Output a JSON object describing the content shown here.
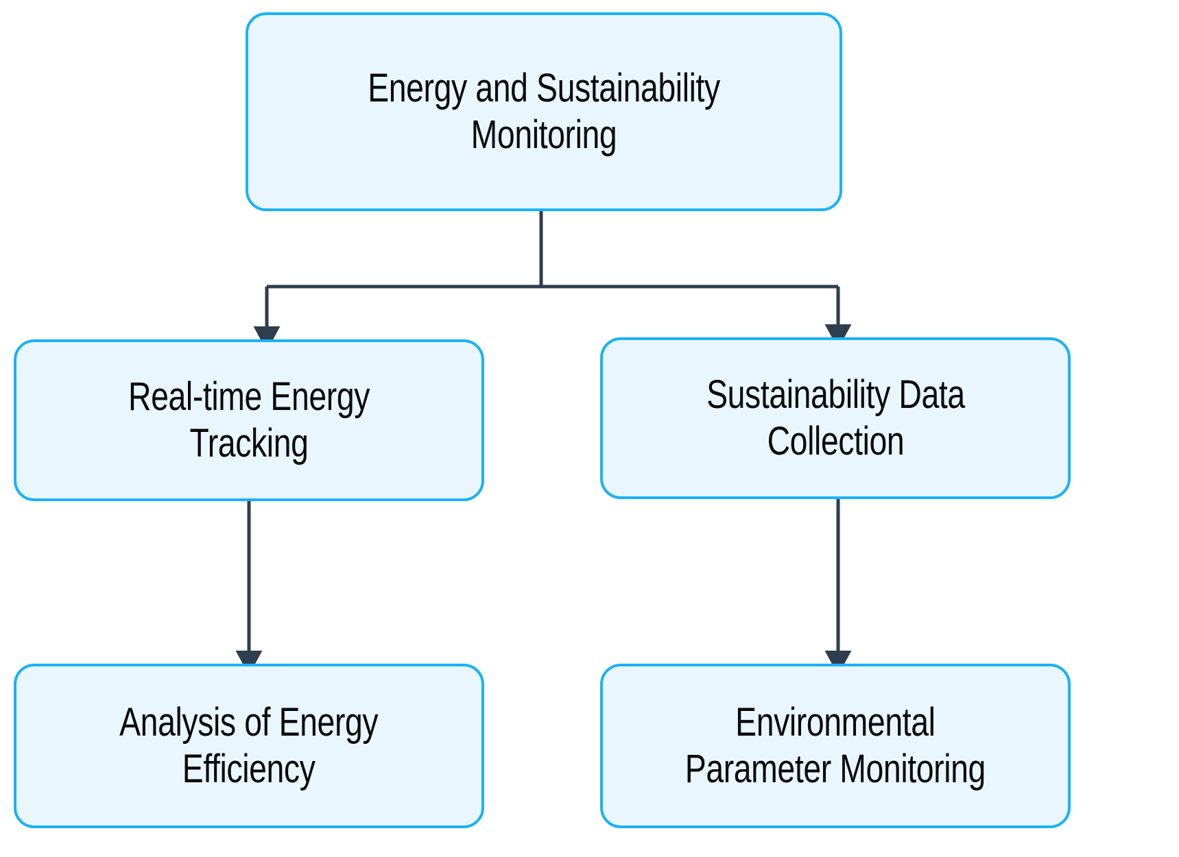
{
  "diagram": {
    "title": "Energy and Sustainability Monitoring flowchart",
    "orientation": "top-down",
    "colors": {
      "node_fill": "#E9F6FD",
      "node_border": "#1AB2F5",
      "edge": "#2F3E4E",
      "text": "#0A0A0A",
      "background": "#FFFFFF"
    },
    "nodes": [
      {
        "id": "root",
        "label": "Energy and Sustainability\nMonitoring",
        "text_plain": "Energy and Sustainability Monitoring"
      },
      {
        "id": "rt",
        "label": "Real-time Energy\nTracking",
        "text_plain": "Real-time Energy Tracking"
      },
      {
        "id": "sdc",
        "label": "Sustainability Data\nCollection",
        "text_plain": "Sustainability Data Collection"
      },
      {
        "id": "aoe",
        "label": "Analysis of Energy\nEfficiency",
        "text_plain": "Analysis of Energy Efficiency"
      },
      {
        "id": "epm",
        "label": "Environmental\nParameter Monitoring",
        "text_plain": "Environmental Parameter Monitoring"
      }
    ],
    "edges": [
      {
        "id": "e1",
        "from": "root",
        "to": "rt",
        "style": "elbow-arrow",
        "label": ""
      },
      {
        "id": "e2",
        "from": "root",
        "to": "sdc",
        "style": "elbow-arrow",
        "label": ""
      },
      {
        "id": "e3",
        "from": "rt",
        "to": "aoe",
        "style": "straight-arrow",
        "label": ""
      },
      {
        "id": "e4",
        "from": "sdc",
        "to": "epm",
        "style": "straight-arrow",
        "label": ""
      }
    ]
  }
}
